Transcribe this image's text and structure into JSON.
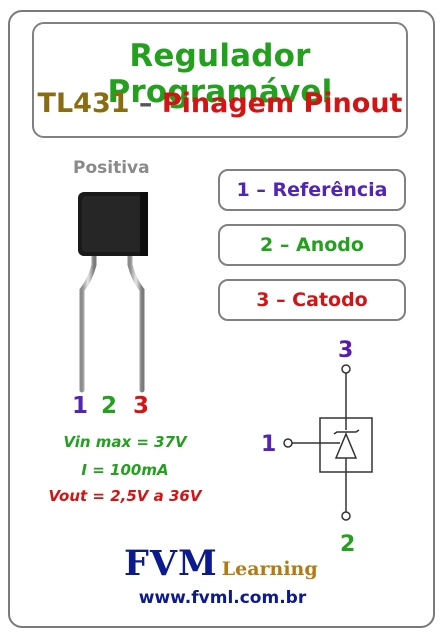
{
  "title": {
    "line1": "Regulador Programável",
    "part": "TL431",
    "dash": " – ",
    "subtitle": "Pinagem Pinout"
  },
  "package": {
    "label": "Positiva"
  },
  "pins": [
    {
      "num": "1",
      "name": "1 – Referência"
    },
    {
      "num": "2",
      "name": "2 – Anodo"
    },
    {
      "num": "3",
      "name": "3 – Catodo"
    }
  ],
  "specs": [
    "Vin max = 37V",
    "I = 100mA",
    "Vout = 2,5V a 36V"
  ],
  "symbol": {
    "top_pin": "3",
    "left_pin": "1",
    "bottom_pin": "2"
  },
  "brand": {
    "name": "FVM",
    "suffix": "Learning",
    "url": "www.fvml.com.br"
  },
  "colors": {
    "green": "#22a01e",
    "red": "#d41414",
    "purple": "#5224b8",
    "gold": "#8a6d10",
    "navy": "#0b1a8f"
  }
}
